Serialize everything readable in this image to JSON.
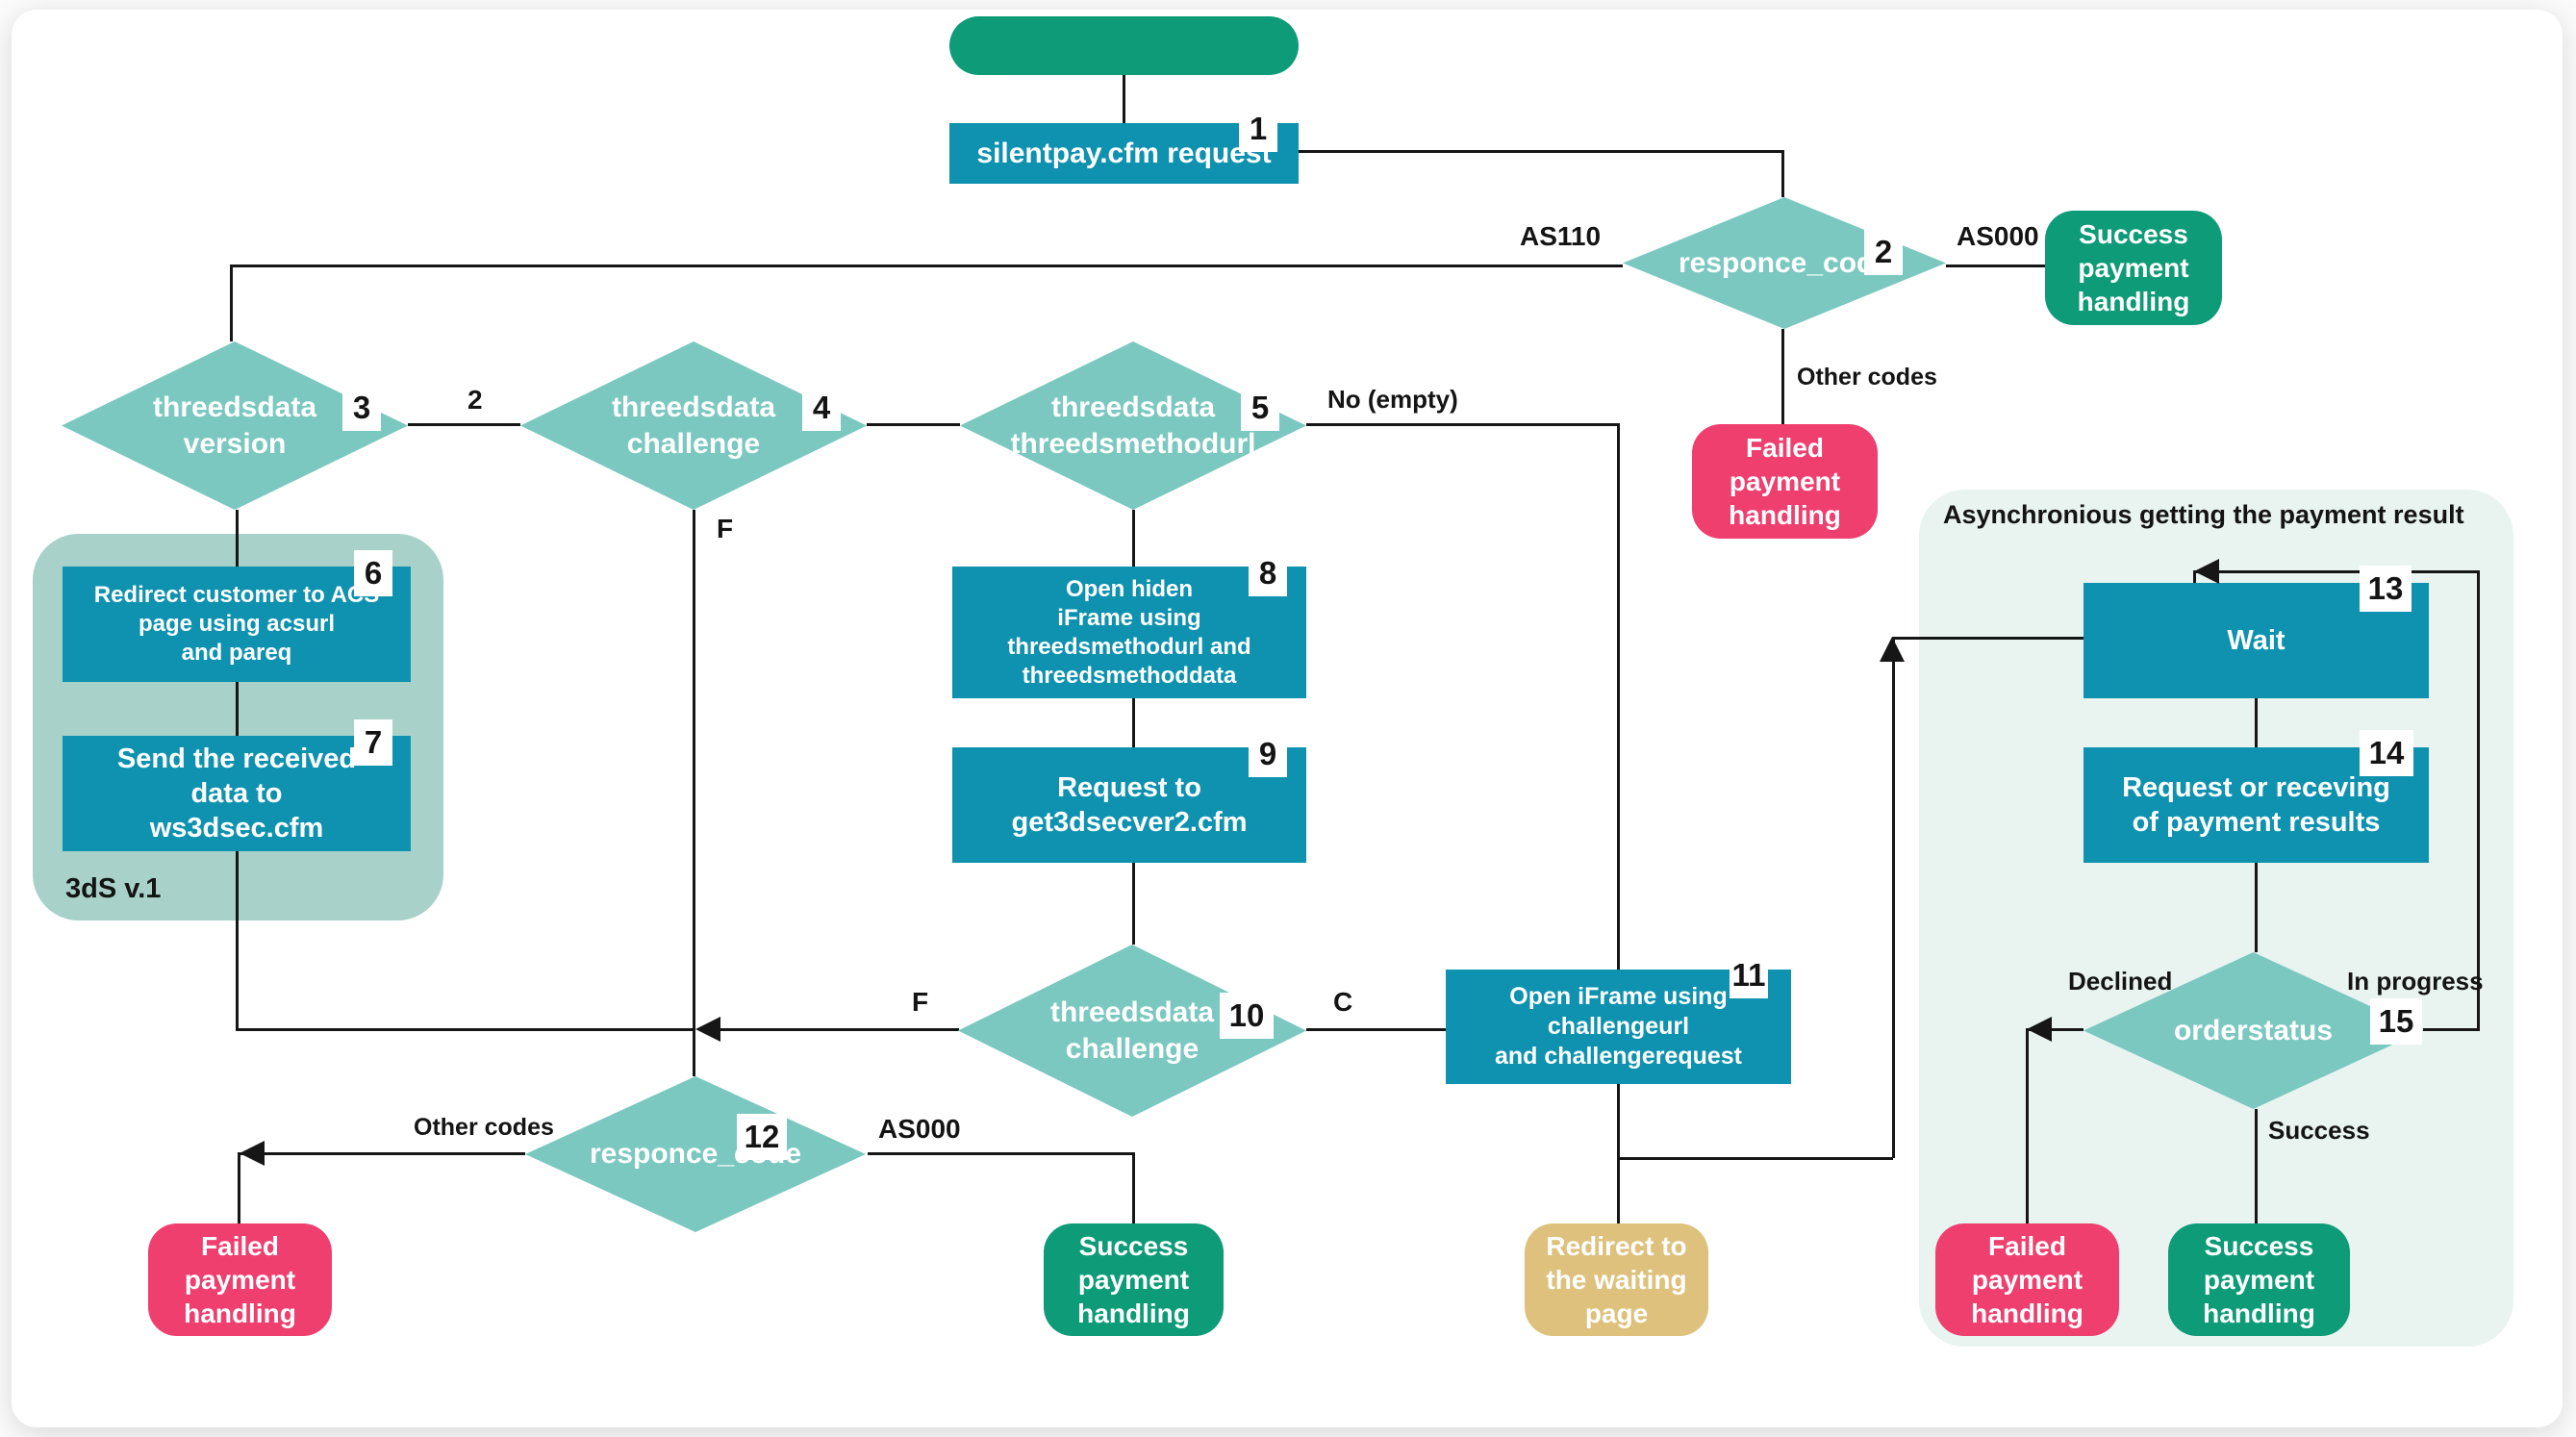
{
  "colors": {
    "process": "#0E92AF",
    "decision": "#7BC8C0",
    "success": "#0E9B78",
    "failed": "#EF3F6E",
    "redirect": "#DDC17C",
    "group": "#A7D1C9",
    "panel": "#E9F4F1",
    "line": "#161616"
  },
  "nodes": {
    "start": {
      "label": ""
    },
    "box1": {
      "badge": "1",
      "label": "silentpay.cfm request"
    },
    "d2": {
      "badge": "2",
      "label": "responce_code"
    },
    "success_top": {
      "label": "Success\npayment\nhandling"
    },
    "failed_top": {
      "label": "Failed\npayment\nhandling"
    },
    "d3": {
      "badge": "3",
      "label": "threedsdata\nversion"
    },
    "d4": {
      "badge": "4",
      "label": "threedsdata\nchallenge"
    },
    "d5": {
      "badge": "5",
      "label": "threedsdata\nthreedsmethodurl"
    },
    "group_3ds": {
      "label": "3dS v.1"
    },
    "box6": {
      "badge": "6",
      "label": "Redirect customer to ACS\npage using acsurl\nand pareq"
    },
    "box7": {
      "badge": "7",
      "label": "Send the received\ndata to\nws3dsec.cfm"
    },
    "box8": {
      "badge": "8",
      "label": "Open hiden\niFrame using\nthreedsmethodurl and\nthreedsmethoddata"
    },
    "box9": {
      "badge": "9",
      "label": "Request to\nget3dsecver2.cfm"
    },
    "d10": {
      "badge": "10",
      "label": "threedsdata\nchallenge"
    },
    "box11": {
      "badge": "11",
      "label": "Open iFrame using\nchallengeurl\nand challengerequest"
    },
    "d12": {
      "badge": "12",
      "label": "responce_code"
    },
    "failed_bottom_left": {
      "label": "Failed\npayment\nhandling"
    },
    "success_bottom": {
      "label": "Success\npayment\nhandling"
    },
    "redirect_waiting": {
      "label": "Redirect to\nthe waiting\npage"
    },
    "panel": {
      "title": "Asynchronious getting the payment result"
    },
    "wait": {
      "badge": "13",
      "label": "Wait"
    },
    "box14": {
      "badge": "14",
      "label": "Request or receving\nof payment results"
    },
    "d15": {
      "badge": "15",
      "label": "orderstatus"
    },
    "failed_right": {
      "label": "Failed\npayment\nhandling"
    },
    "success_right": {
      "label": "Success\npayment\nhandling"
    }
  },
  "edge_labels": {
    "as110": "AS110",
    "as000_top": "AS000",
    "other_codes_top": "Other codes",
    "two": "2",
    "f_d4": "F",
    "no_empty": "No (empty)",
    "f_d10": "F",
    "c_d10": "C",
    "other_codes_12": "Other codes",
    "as000_12": "AS000",
    "declined": "Declined",
    "in_progress": "In progress",
    "success_15": "Success"
  }
}
